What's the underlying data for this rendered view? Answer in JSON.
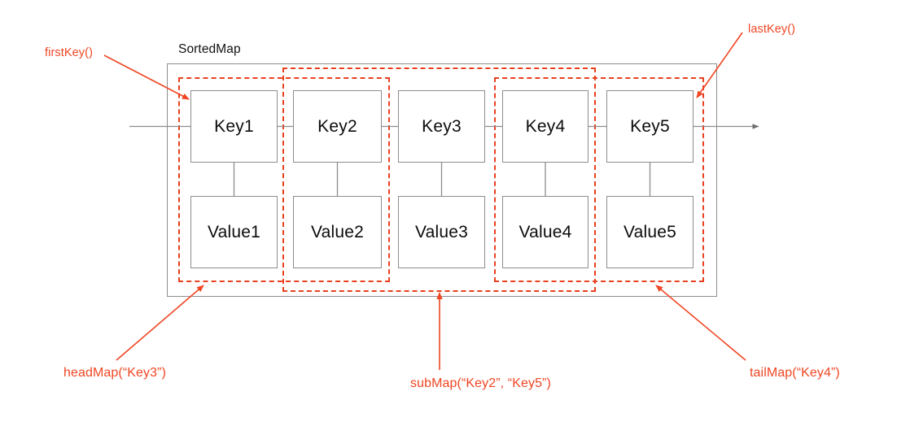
{
  "diagram": {
    "title": "SortedMap",
    "container_label": "SortedMap",
    "colors": {
      "annotation_red": "#ef4623",
      "dashed_red": "#e8401f",
      "box_border_gray": "#8d8d8d",
      "text_black": "#0b0b0b",
      "background": "#ffffff"
    },
    "entries": [
      {
        "key": "Key1",
        "value": "Value1"
      },
      {
        "key": "Key2",
        "value": "Value2"
      },
      {
        "key": "Key3",
        "value": "Value3"
      },
      {
        "key": "Key4",
        "value": "Value4"
      },
      {
        "key": "Key5",
        "value": "Value5"
      }
    ],
    "annotations": [
      {
        "id": "first-key",
        "label": "firstKey()",
        "points_to": "Key1 top-left corner"
      },
      {
        "id": "last-key",
        "label": "lastKey()",
        "points_to": "Key5 top-right corner"
      },
      {
        "id": "head-map",
        "label": "headMap(“Key3”)",
        "covers": "Key1-Value1 through Key2-Value2"
      },
      {
        "id": "sub-map",
        "label": "subMap(“Key2”, “Key5”)",
        "covers": "Key2-Value2 through Key4-Value4"
      },
      {
        "id": "tail-map",
        "label": "tailMap(“Key4”)",
        "covers": "Key4-Value4 through Key5-Value5"
      }
    ]
  }
}
